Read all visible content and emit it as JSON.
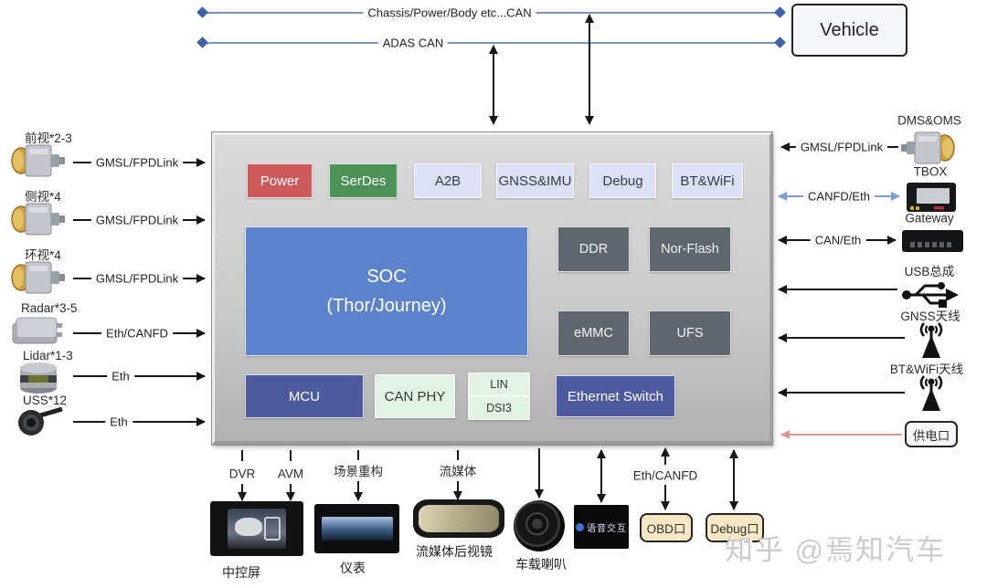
{
  "top": {
    "chassis_bus_label": "Chassis/Power/Body etc...CAN",
    "adas_bus_label": "ADAS CAN",
    "vehicle_label": "Vehicle"
  },
  "left_sensors": [
    {
      "label": "前视*2-3",
      "protocol": "GMSL/FPDLink"
    },
    {
      "label": "侧视*4",
      "protocol": "GMSL/FPDLink"
    },
    {
      "label": "环视*4",
      "protocol": "GMSL/FPDLink"
    },
    {
      "label": "Radar*3-5",
      "protocol": "Eth/CANFD"
    },
    {
      "label": "Lidar*1-3",
      "protocol": "Eth"
    },
    {
      "label": "USS*12",
      "protocol": "Eth"
    }
  ],
  "board": {
    "top_chips": [
      {
        "label": "Power"
      },
      {
        "label": "SerDes"
      },
      {
        "label": "A2B"
      },
      {
        "label": "GNSS&IMU"
      },
      {
        "label": "Debug"
      },
      {
        "label": "BT&WiFi"
      }
    ],
    "soc_line1": "SOC",
    "soc_line2": "(Thor/Journey)",
    "ddr": "DDR",
    "nor_flash": "Nor-Flash",
    "emmc": "eMMC",
    "ufs": "UFS",
    "mcu": "MCU",
    "can_phy": "CAN PHY",
    "lin": "LIN",
    "dsi3": "DSI3",
    "eth_switch": "Ethernet Switch"
  },
  "right_peripherals": {
    "dms": {
      "label": "DMS&OMS",
      "protocol": "GMSL/FPDLink"
    },
    "tbox": {
      "label": "TBOX",
      "protocol": "CANFD/Eth"
    },
    "gateway": {
      "label": "Gateway",
      "protocol": "CAN/Eth"
    },
    "usb": {
      "label": "USB总成"
    },
    "gnss_antenna": {
      "label": "GNSS天线"
    },
    "bt_wifi_antenna": {
      "label": "BT&WiFi天线"
    },
    "power_port": {
      "label": "供电口"
    }
  },
  "bottom": {
    "dvr": "DVR",
    "avm": "AVM",
    "scene_recon": "场景重构",
    "streaming": "流媒体",
    "eth_canfd": "Eth/CANFD",
    "center_screen": "中控屏",
    "cluster": "仪表",
    "stream_mirror": "流媒体后视镜",
    "speaker": "车载喇叭",
    "voice": "语音交互",
    "obd_port": "OBD口",
    "debug_port": "Debug口"
  },
  "watermark": "知乎 @焉知汽车",
  "colors": {
    "bus_line": "#7a94bd",
    "bus_diamond": "#3f62a8",
    "power_chip": "#cd5a5a",
    "serdes_chip": "#4c9158",
    "light_chip": "#dbe0f5",
    "soc_chip": "#5c83cc",
    "memory_chip": "#5f666e",
    "mcu_chip": "#4d5a9e",
    "pale_chip": "#e2f3e6",
    "port_box": "#f6e8c4",
    "blue_arrow": "#7b9fd4",
    "power_arrow": "#d9958e"
  }
}
